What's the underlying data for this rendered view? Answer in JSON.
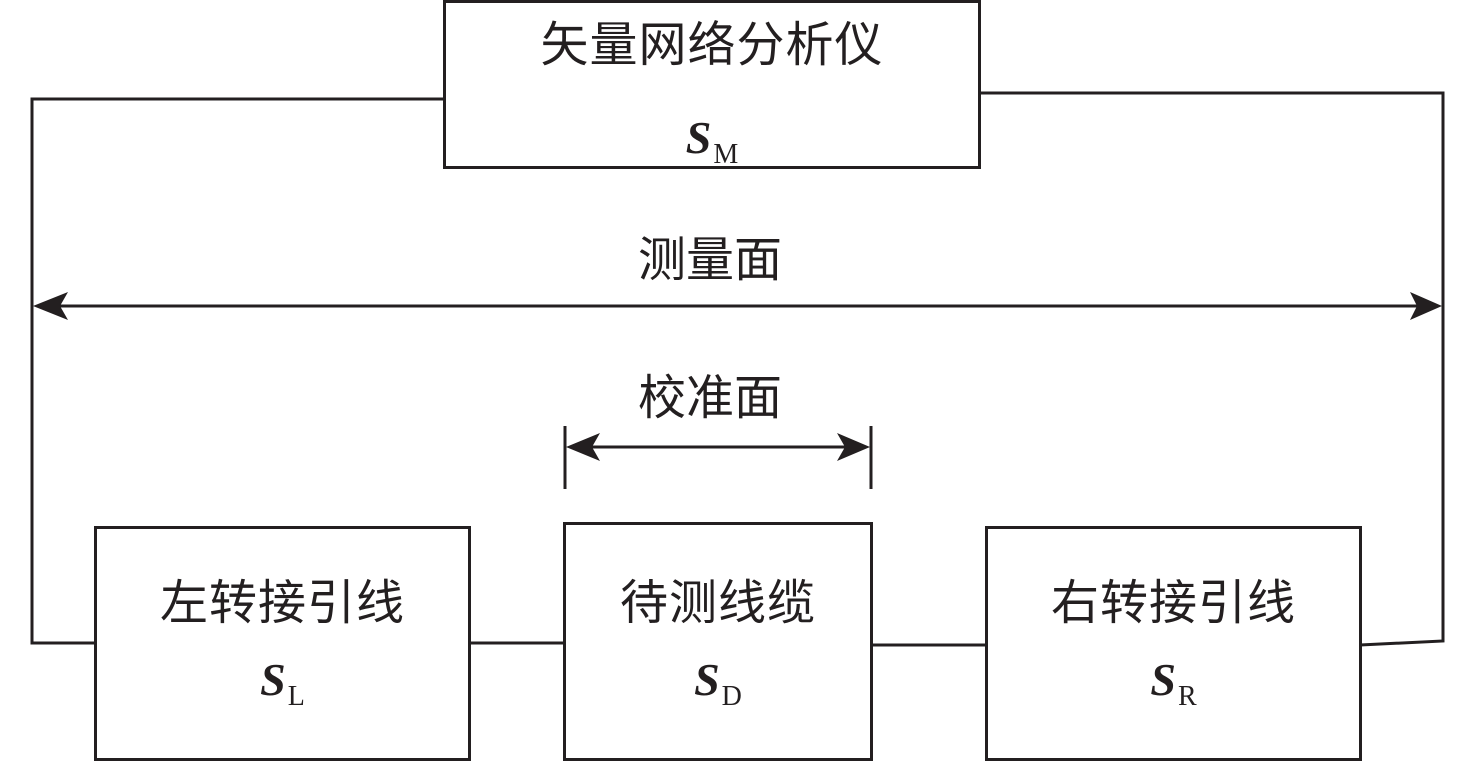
{
  "diagram": {
    "blocks": {
      "vna": {
        "label": "矢量网络分析仪",
        "symbol": "S",
        "subscript": "M"
      },
      "left_adapter": {
        "label": "左转接引线",
        "symbol": "S",
        "subscript": "L"
      },
      "dut_cable": {
        "label": "待测线缆",
        "symbol": "S",
        "subscript": "D"
      },
      "right_adapter": {
        "label": "右转接引线",
        "symbol": "S",
        "subscript": "R"
      }
    },
    "planes": {
      "measurement": "测量面",
      "calibration": "校准面"
    },
    "colors": {
      "line": "#231f20",
      "background": "#ffffff"
    }
  }
}
